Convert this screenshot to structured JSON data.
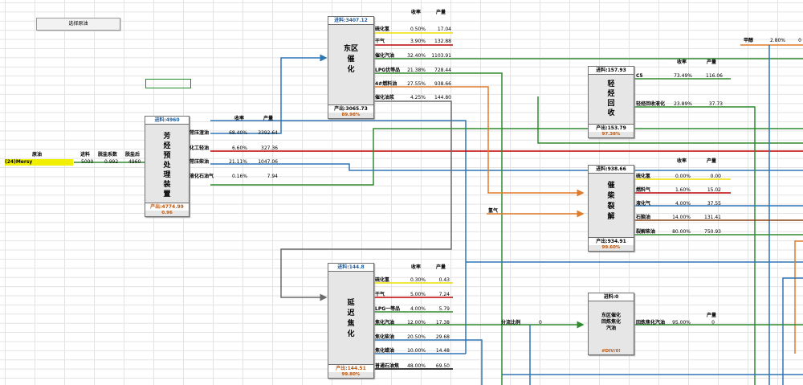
{
  "toolbar": {
    "select_feed_label": "选择原油"
  },
  "feed": {
    "crude_label": "原油",
    "crude_name": "(24)Mersy",
    "h_feed": "进料",
    "h_desalt_coef": "脱盐系数",
    "h_after_desalt": "脱盐后",
    "v_feed": "5000",
    "v_desalt_coef": "0.992",
    "v_after_desalt": "4960"
  },
  "col_headers": {
    "yield": "收率",
    "output": "产量"
  },
  "units": {
    "aromatics": {
      "feed_label": "进料:4960",
      "name": [
        "芳",
        "烃",
        "预",
        "处",
        "理",
        "装",
        "置"
      ],
      "out_label": "产出:4774.99",
      "ratio": "0.96",
      "products": [
        {
          "name": "常压渣油",
          "yield": "68.40%",
          "qty": "3392.64"
        },
        {
          "name": "化工轻油",
          "yield": "6.60%",
          "qty": "327.36"
        },
        {
          "name": "常压柴油",
          "yield": "21.11%",
          "qty": "1047.06"
        },
        {
          "name": "液化石油气",
          "yield": "0.16%",
          "qty": "7.94"
        }
      ]
    },
    "fcc_east": {
      "feed_label": "进料:3407.12",
      "name": [
        "东区",
        "催",
        "化"
      ],
      "out_label": "产出:3065.73",
      "ratio": "89.98%",
      "products": [
        {
          "name": "硫化氢",
          "yield": "0.50%",
          "qty": "17.04"
        },
        {
          "name": "干气",
          "yield": "3.90%",
          "qty": "132.88"
        },
        {
          "name": "催化汽油",
          "yield": "32.40%",
          "qty": "1103.91"
        },
        {
          "name": "LPG优等品",
          "yield": "21.38%",
          "qty": "728.44"
        },
        {
          "name": "4#燃料油",
          "yield": "27.55%",
          "qty": "938.66"
        },
        {
          "name": "催化油浆",
          "yield": "4.25%",
          "qty": "144.80"
        }
      ]
    },
    "light": {
      "feed_label": "进料:157.93",
      "name": [
        "轻",
        "烃",
        "回",
        "收"
      ],
      "out_label": "产出:153.79",
      "ratio": "97.38%",
      "products": [
        {
          "name": "C5",
          "yield": "73.49%",
          "qty": "116.06"
        },
        {
          "name": "轻烃回收液化",
          "yield": "23.89%",
          "qty": "37.73"
        }
      ]
    },
    "crack": {
      "feed_label": "进料:938.66",
      "name": [
        "催",
        "柴",
        "裂",
        "解"
      ],
      "out_label": "产出:934.91",
      "ratio": "99.60%",
      "products": [
        {
          "name": "硫化氢",
          "yield": "0.00%",
          "qty": "0.00"
        },
        {
          "name": "燃料气",
          "yield": "1.60%",
          "qty": "15.02"
        },
        {
          "name": "液化气",
          "yield": "4.00%",
          "qty": "37.55"
        },
        {
          "name": "石脑油",
          "yield": "14.00%",
          "qty": "131.41"
        },
        {
          "name": "裂解柴油",
          "yield": "80.00%",
          "qty": "750.93"
        }
      ],
      "h2_label": "氢气"
    },
    "coker": {
      "feed_label": "进料:144.8",
      "name": [
        "延",
        "迟",
        "焦",
        "化"
      ],
      "out_label": "产出:144.51",
      "ratio": "99.80%",
      "products": [
        {
          "name": "硫化氢",
          "yield": "0.30%",
          "qty": "0.43"
        },
        {
          "name": "干气",
          "yield": "5.00%",
          "qty": "7.24"
        },
        {
          "name": "LPG一等品",
          "yield": "4.00%",
          "qty": "5.79"
        },
        {
          "name": "焦化汽油",
          "yield": "12.00%",
          "qty": "17.38"
        },
        {
          "name": "焦化柴油",
          "yield": "20.50%",
          "qty": "29.68"
        },
        {
          "name": "焦化蜡油",
          "yield": "10.00%",
          "qty": "14.48"
        },
        {
          "name": "普通石油焦",
          "yield": "48.00%",
          "qty": "69.50"
        }
      ]
    },
    "refine": {
      "feed_label": "进料:0",
      "name": [
        "东区催化",
        "回炼焦化",
        "汽油"
      ],
      "ratio": "#DIV/0!",
      "split_label": "分流比例",
      "split_value": "0",
      "product_name": "回炼焦化汽油",
      "product_yield": "95.00%",
      "product_qty": "0",
      "qty_header": "产量"
    }
  },
  "methanol": {
    "name": "甲醇",
    "yield": "2.80%",
    "qty": "0"
  },
  "colors": {
    "green": "#2e8b2e",
    "blue": "#2e75b6",
    "orange": "#e07b2a",
    "red": "#c00000",
    "gray": "#6b6b6b",
    "yellow": "#f0e000"
  }
}
